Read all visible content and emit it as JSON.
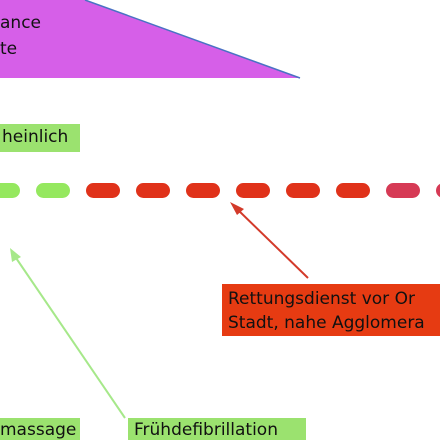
{
  "top_shape": {
    "line1": "ance",
    "line2": "te",
    "color": "#d65fe8",
    "edge_color": "#4a72c4"
  },
  "green_top_label": {
    "text": "heinlich",
    "color": "#9be26f"
  },
  "red_label": {
    "line1": "Rettungsdienst vor Or",
    "line2": "Stadt, nahe Agglomera",
    "color": "#e63b12"
  },
  "bottom_left_label": {
    "text": "massage",
    "color": "#9be26f"
  },
  "bottom_right_label": {
    "text": "Frühdefibrillation",
    "color": "#9be26f"
  },
  "dashes": [
    {
      "color": "#95e85f"
    },
    {
      "color": "#95e85f"
    },
    {
      "color": "#e0321a"
    },
    {
      "color": "#e0321a"
    },
    {
      "color": "#e0321a"
    },
    {
      "color": "#e0321a"
    },
    {
      "color": "#e0321a"
    },
    {
      "color": "#e0321a"
    },
    {
      "color": "#d63a55"
    },
    {
      "color": "#d63a55"
    }
  ],
  "arrow_colors": {
    "green": "#a6e88a",
    "red": "#d33a2a"
  }
}
